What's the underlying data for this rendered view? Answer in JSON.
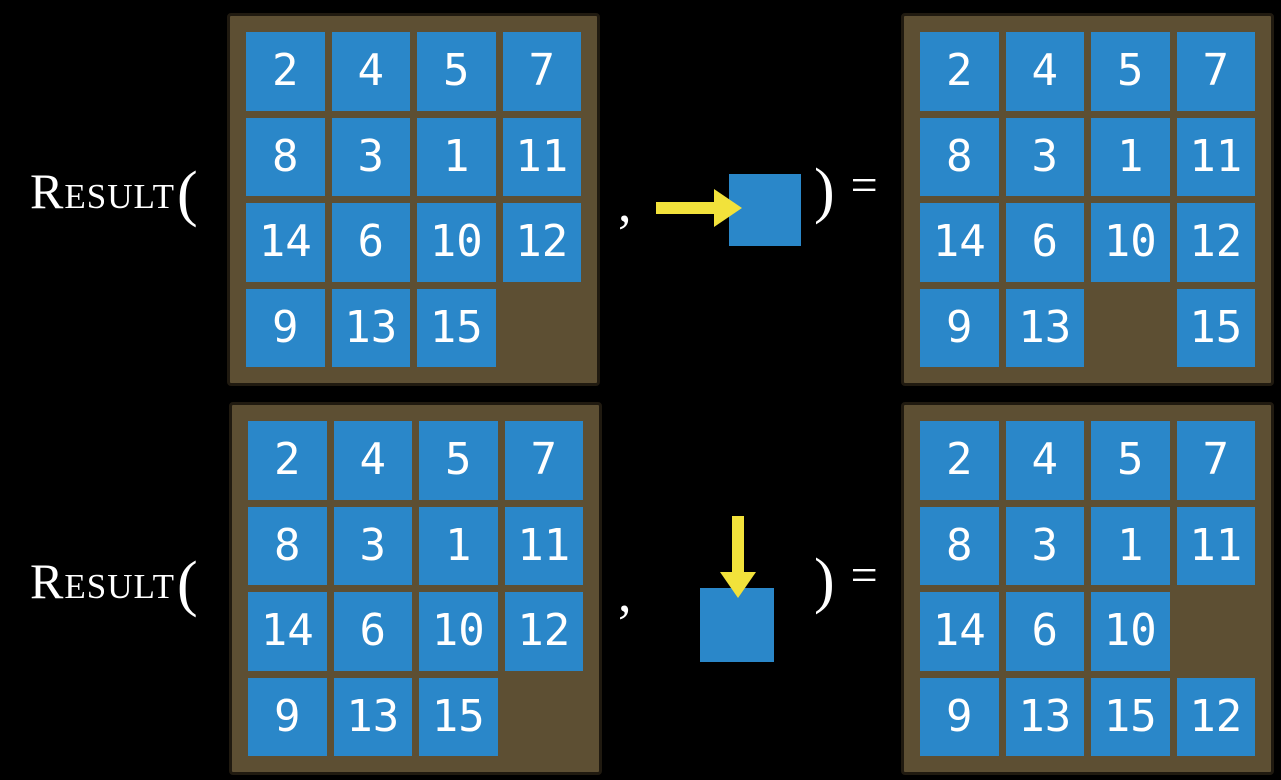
{
  "colors": {
    "background": "#000000",
    "board_frame_brown": "#5d4f33",
    "board_border_dark": "#201a10",
    "tile_blue": "#2a87c9",
    "arrow_yellow": "#f2e23b",
    "text_white": "#ffffff"
  },
  "rows": [
    {
      "function_label": "Result",
      "open_paren": "(",
      "comma": ",",
      "move": {
        "direction": "right",
        "icon": "arrow-right-icon"
      },
      "close_paren": ")",
      "equals": "=",
      "before_grid": [
        [
          2,
          4,
          5,
          7
        ],
        [
          8,
          3,
          1,
          11
        ],
        [
          14,
          6,
          10,
          12
        ],
        [
          9,
          13,
          15,
          null
        ]
      ],
      "after_grid": [
        [
          2,
          4,
          5,
          7
        ],
        [
          8,
          3,
          1,
          11
        ],
        [
          14,
          6,
          10,
          12
        ],
        [
          9,
          13,
          null,
          15
        ]
      ]
    },
    {
      "function_label": "Result",
      "open_paren": "(",
      "comma": ",",
      "move": {
        "direction": "down",
        "icon": "arrow-down-icon"
      },
      "close_paren": ")",
      "equals": "=",
      "before_grid": [
        [
          2,
          4,
          5,
          7
        ],
        [
          8,
          3,
          1,
          11
        ],
        [
          14,
          6,
          10,
          12
        ],
        [
          9,
          13,
          15,
          null
        ]
      ],
      "after_grid": [
        [
          2,
          4,
          5,
          7
        ],
        [
          8,
          3,
          1,
          11
        ],
        [
          14,
          6,
          10,
          null
        ],
        [
          9,
          13,
          15,
          12
        ]
      ]
    }
  ]
}
